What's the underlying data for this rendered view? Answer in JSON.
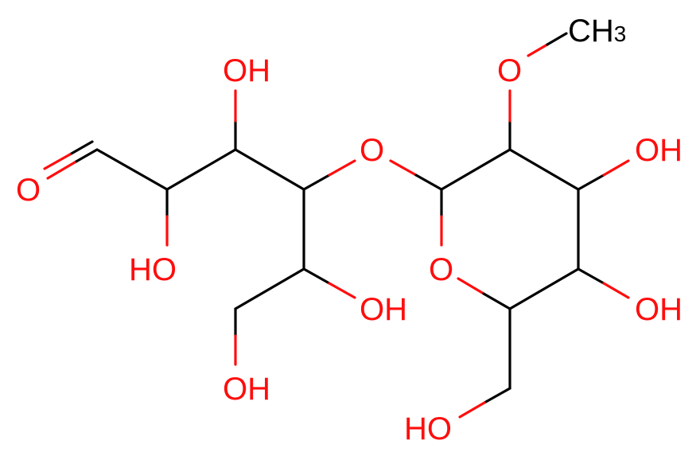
{
  "molecule": {
    "colors": {
      "bond": "#000000",
      "oxygen": "#ff0d0d",
      "carbon": "#000000",
      "background": "#ffffff"
    },
    "labels": {
      "aldehyde_o": "O",
      "oh_c2": "HO",
      "oh_c3": "OH",
      "glyco_o": "O",
      "oh_c5": "OH",
      "oh_c6": "OH",
      "ring_o": "O",
      "methoxy_o": "O",
      "methyl_c": "CH",
      "methyl_sub": "3",
      "oh_r3": "OH",
      "oh_r4": "OH",
      "oh_ch2": "HO"
    }
  }
}
